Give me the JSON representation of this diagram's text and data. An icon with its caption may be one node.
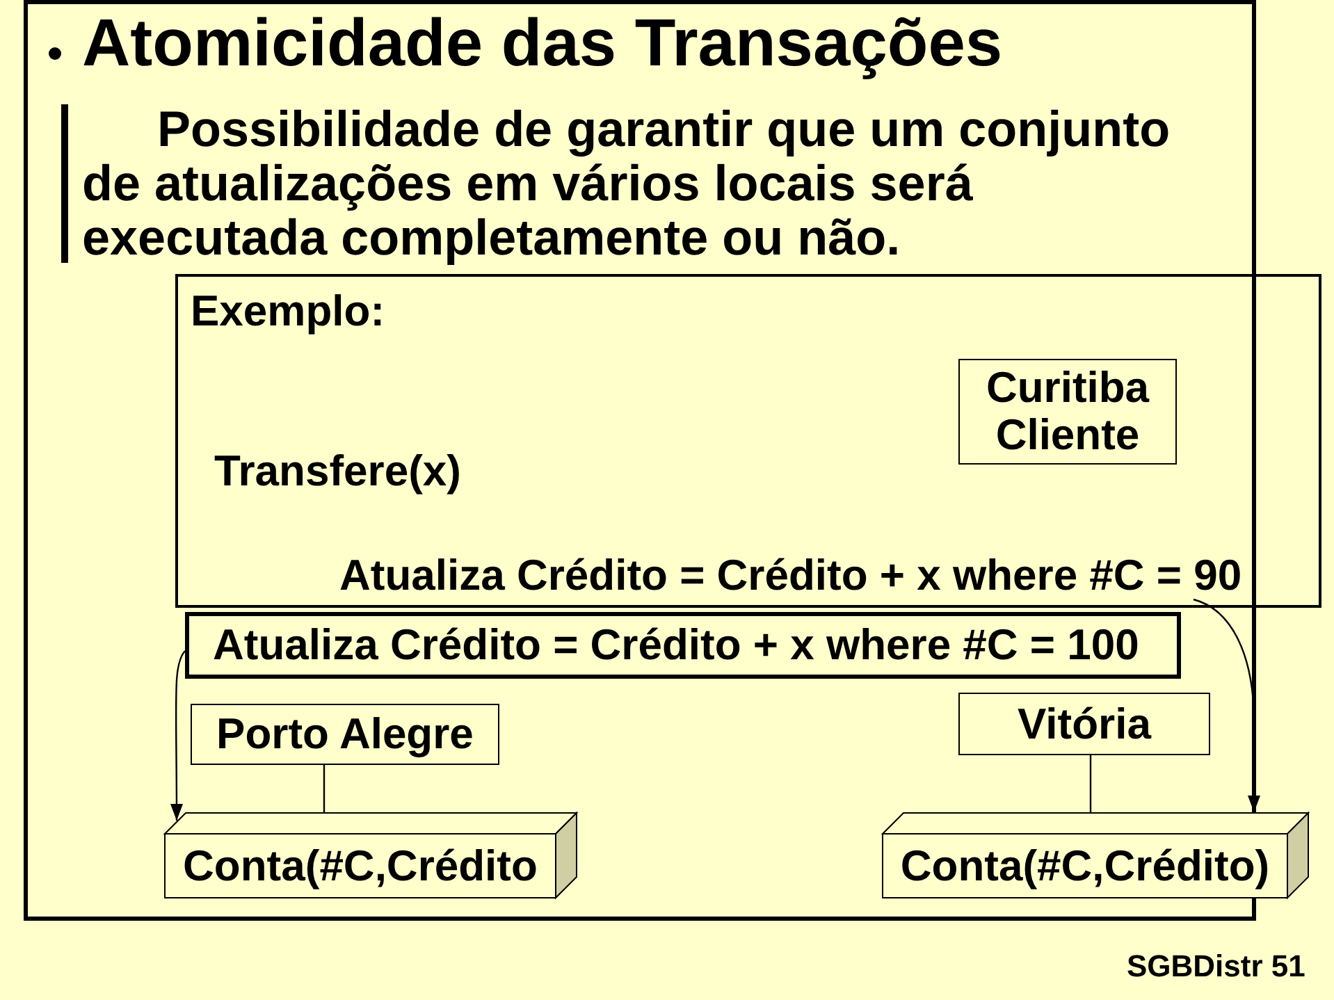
{
  "diagram": {
    "title": "Atomicidade das Transações",
    "nodes": [
      {
        "text": [
          "Exemplo:"
        ]
      },
      {
        "text": [
          "Curitiba Cliente"
        ],
        "in": 0
      },
      {
        "text": [
          "Atualiza Crédito = Crédito + x where #C = 90"
        ],
        "in": 0
      },
      {
        "text": [
          "Atualiza Crédito = Crédito + x where #C = 100"
        ]
      },
      {
        "text": [
          "Porto Alegre"
        ]
      },
      {
        "text": [
          "Vitória"
        ]
      },
      {
        "text": [
          "Conta(#C,Crédito"
        ]
      },
      {
        "text": [
          "Conta(#C,Crédito)"
        ]
      }
    ],
    "edges": [
      {
        "from": 4,
        "to": 6,
        "arrow": "none"
      },
      {
        "from": 5,
        "to": 7,
        "arrow": "none"
      },
      {
        "from": 3,
        "to": 6,
        "arrow": "to"
      },
      {
        "from": 2,
        "to": 7,
        "arrow": "to"
      }
    ],
    "labels": [
      "Possibilidade de garantir que um conjunto de atualizações em vários locais será executada completamente ou não.",
      "Transfere(x)",
      "SGBDistr 51"
    ]
  }
}
